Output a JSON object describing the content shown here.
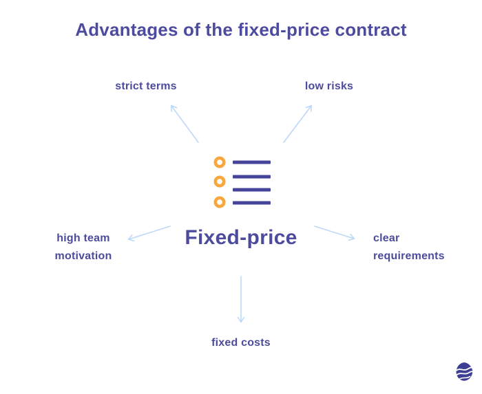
{
  "title": "Advantages of the fixed-price contract",
  "center_node": {
    "label": "Fixed-price",
    "icon": "list-icon"
  },
  "advantages": [
    {
      "id": "strict-terms",
      "position": "top-left",
      "lines": [
        "strict terms"
      ]
    },
    {
      "id": "low-risks",
      "position": "top-right",
      "lines": [
        "low risks"
      ]
    },
    {
      "id": "high-team-motivation",
      "position": "left",
      "lines": [
        "high team",
        "motivation"
      ]
    },
    {
      "id": "clear-requirements",
      "position": "right",
      "lines": [
        "clear",
        "requirements"
      ]
    },
    {
      "id": "fixed-costs",
      "position": "bottom",
      "lines": [
        "fixed costs"
      ]
    }
  ],
  "colors": {
    "text": "#4C4B9E",
    "icon_orange": "#F9A63C",
    "icon_bars": "#45449A",
    "arrow": "#BCD8F8",
    "logo": "#3E3F94",
    "background": "#FFFFFF"
  },
  "branding": {
    "logo_icon": "wave-pebble-logo"
  }
}
